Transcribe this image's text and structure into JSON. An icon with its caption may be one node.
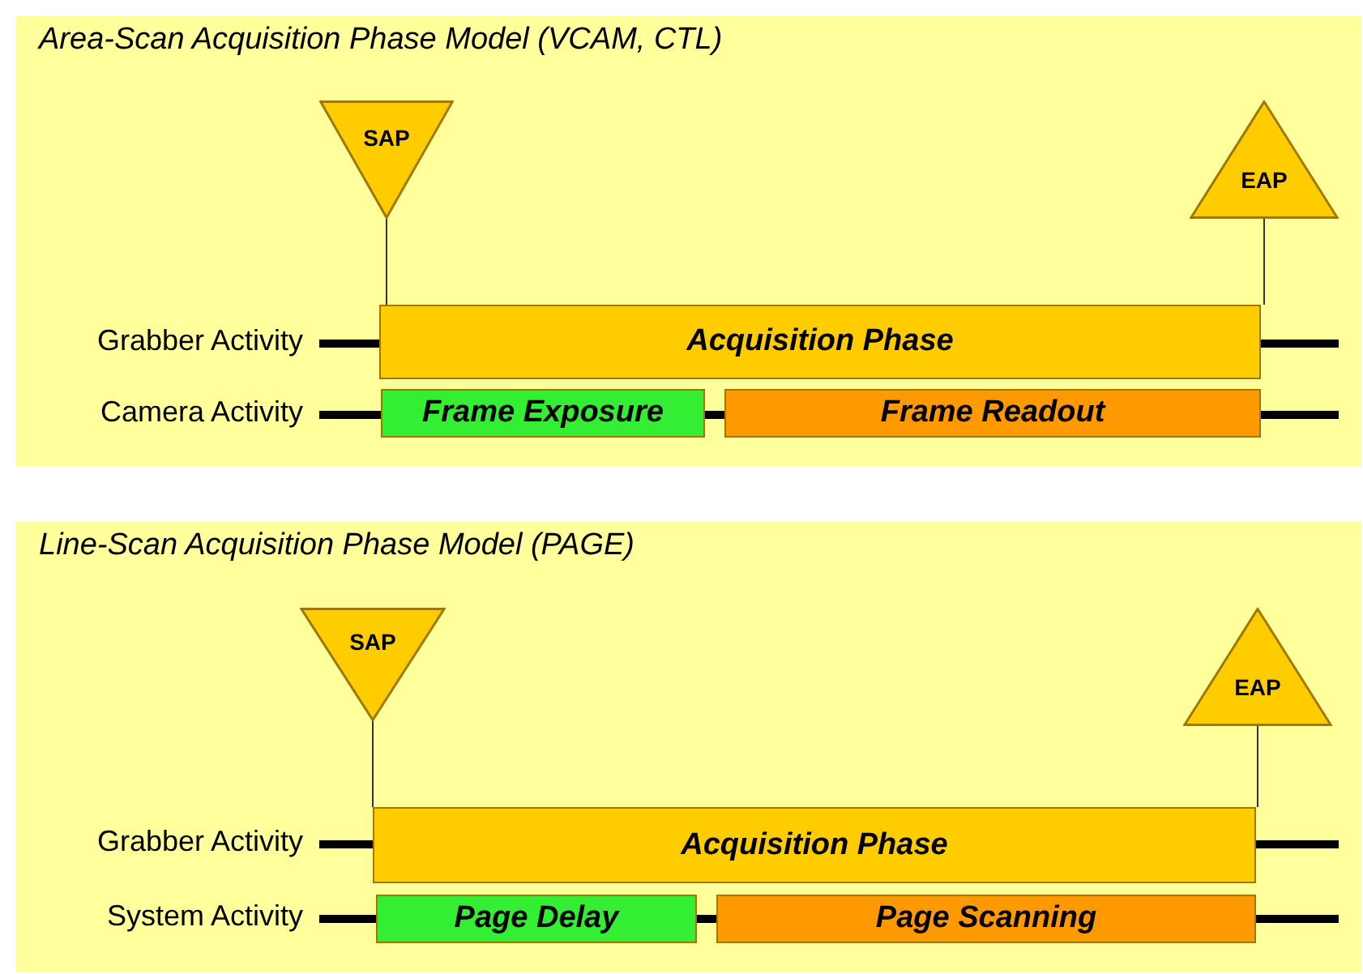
{
  "diagram": {
    "nodes": [
      {
        "text": [
          "Area-Scan Acquisition Phase Model (VCAM, CTL)"
        ]
      },
      {
        "text": [
          "SAP"
        ],
        "in": 0
      },
      {
        "text": [
          "EAP"
        ],
        "in": 0
      },
      {
        "text": [
          "Acquisition Phase"
        ],
        "in": 0
      },
      {
        "text": [
          "Frame Exposure"
        ],
        "in": 0
      },
      {
        "text": [
          "Frame Readout"
        ],
        "in": 0
      },
      {
        "text": [
          "Line-Scan Acquisition Phase Model (PAGE)"
        ]
      },
      {
        "text": [
          "SAP"
        ],
        "in": 6
      },
      {
        "text": [
          "EAP"
        ],
        "in": 6
      },
      {
        "text": [
          "Acquisition Phase"
        ],
        "in": 6
      },
      {
        "text": [
          "Page Delay"
        ],
        "in": 6
      },
      {
        "text": [
          "Page Scanning"
        ],
        "in": 6
      }
    ],
    "edges": [
      {
        "from": 1,
        "to": 3,
        "arrow": "none"
      },
      {
        "from": 2,
        "to": 3,
        "arrow": "none"
      },
      {
        "from": 7,
        "to": 9,
        "arrow": "none"
      },
      {
        "from": 8,
        "to": 9,
        "arrow": "none"
      }
    ],
    "labels": [
      "Grabber Activity",
      "Camera Activity",
      "Grabber Activity",
      "System Activity"
    ]
  }
}
